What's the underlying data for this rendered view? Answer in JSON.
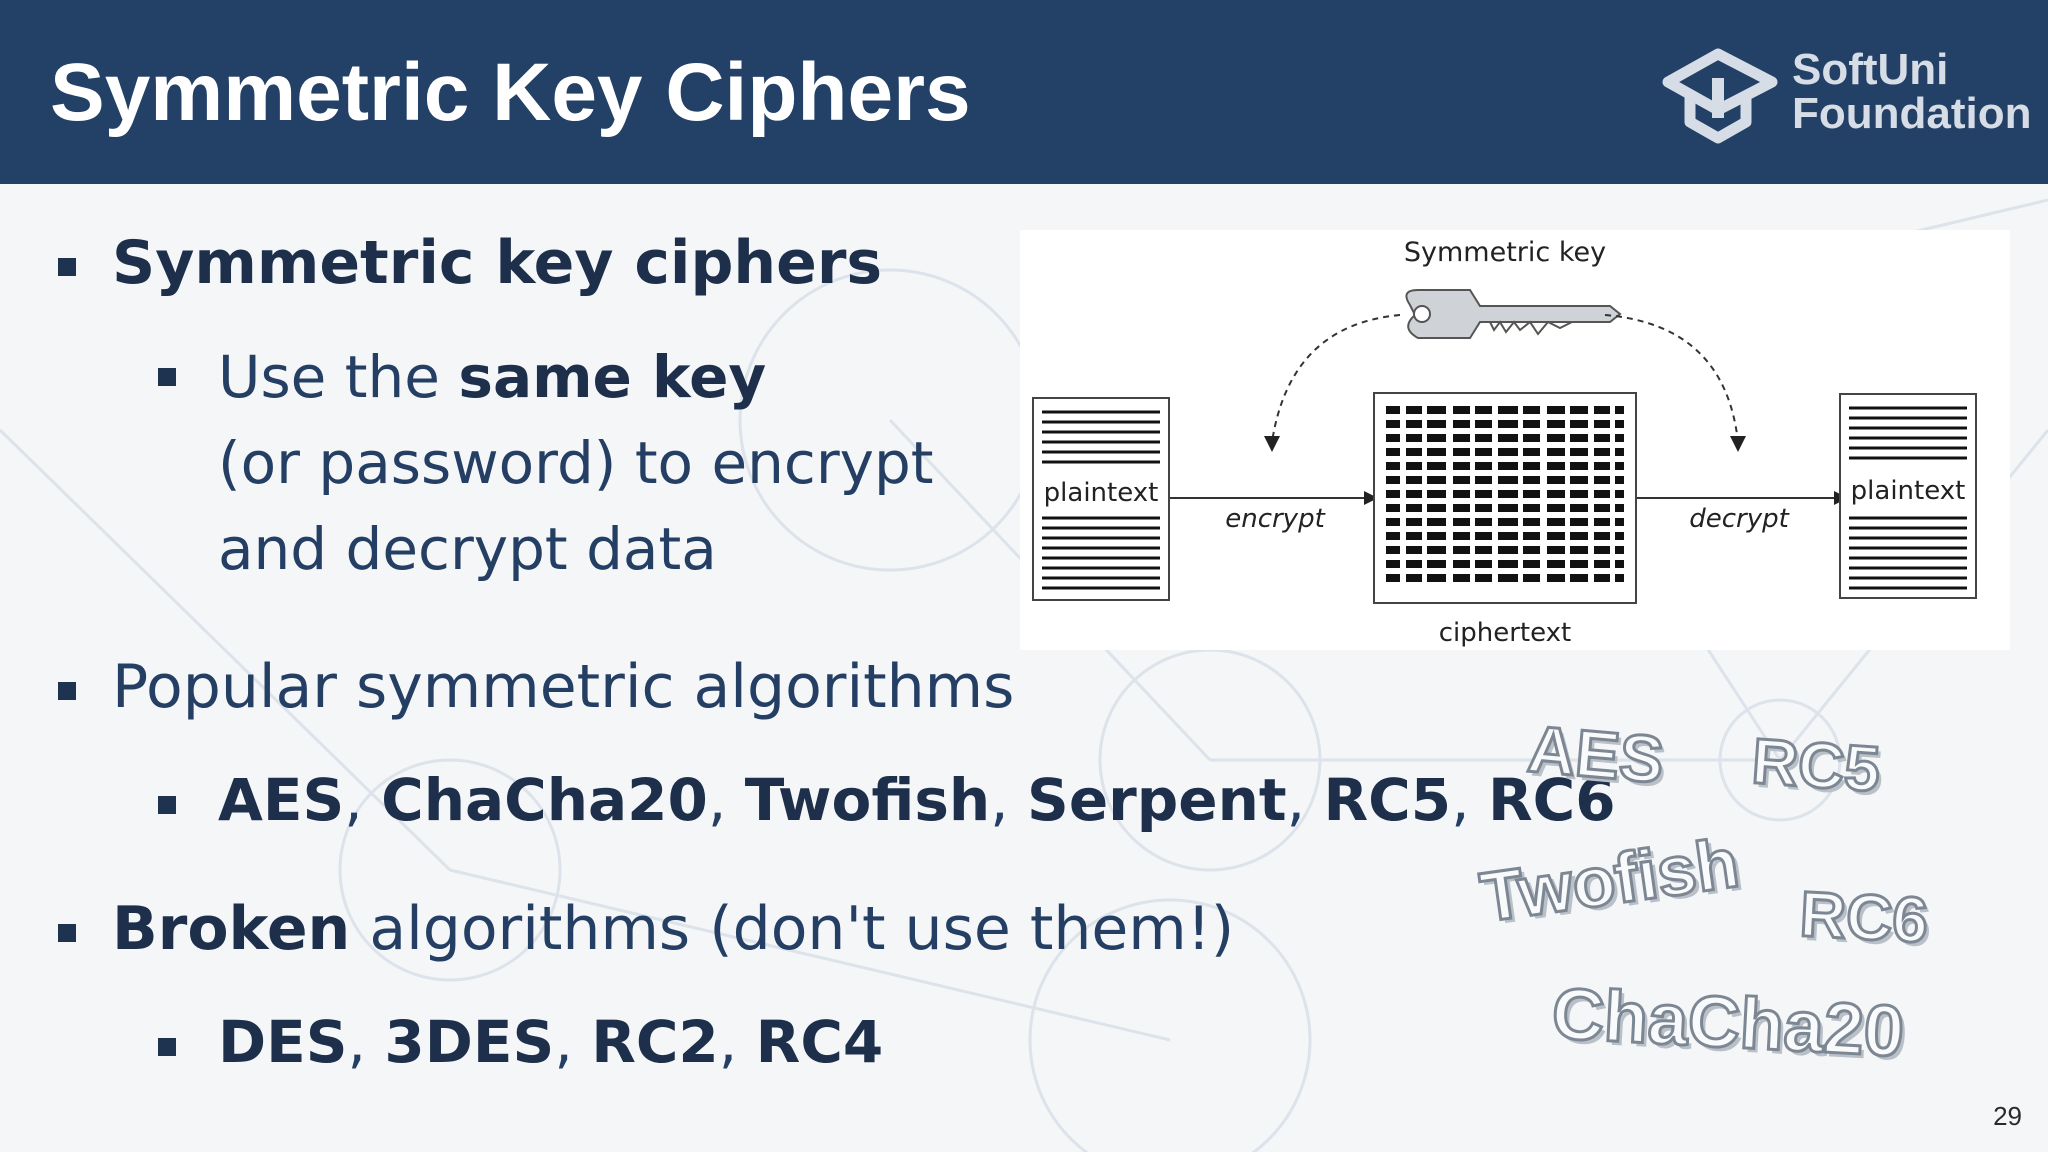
{
  "slide": {
    "title": "Symmetric Key Ciphers",
    "logo": {
      "line1": "SoftUni",
      "line2": "Foundation",
      "icon": "softuni-cap-logo-icon"
    },
    "page_number": "29"
  },
  "bullets": {
    "b1": {
      "text": "Symmetric key ciphers"
    },
    "b1_sub": {
      "line1_pre": "Use the ",
      "line1_bold": "same key",
      "line2": "(or password) to encrypt",
      "line3": "and decrypt data"
    },
    "b2": {
      "text": "Popular symmetric algorithms"
    },
    "b2_sub": {
      "a1": "AES",
      "sep1": ", ",
      "a2": "ChaCha20",
      "sep2": ", ",
      "a3": "Twofish",
      "sep3": ", ",
      "a4": "Serpent",
      "sep4": ", ",
      "a5": "RC5",
      "sep5": ", ",
      "a6": "RC6"
    },
    "b3": {
      "bold": "Broken",
      "rest": " algorithms (don't use them!)"
    },
    "b3_sub": {
      "a1": "DES",
      "sep1": ", ",
      "a2": "3DES",
      "sep2": ", ",
      "a3": "RC2",
      "sep3": ", ",
      "a4": "RC4"
    }
  },
  "diagram": {
    "key_label": "Symmetric key",
    "left_doc": "plaintext",
    "encrypt": "encrypt",
    "middle_label": "ciphertext",
    "decrypt": "decrypt",
    "right_doc": "plaintext",
    "icons": [
      "key-icon",
      "document-icon",
      "cipher-document-icon"
    ]
  },
  "wordart": {
    "w1": "AES",
    "w2": "RC5",
    "w3": "Twofish",
    "w4": "RC6",
    "w5": "ChaCha20"
  },
  "colors": {
    "header": "#234066",
    "text": "#243f63",
    "background": "#f4f6f8"
  }
}
